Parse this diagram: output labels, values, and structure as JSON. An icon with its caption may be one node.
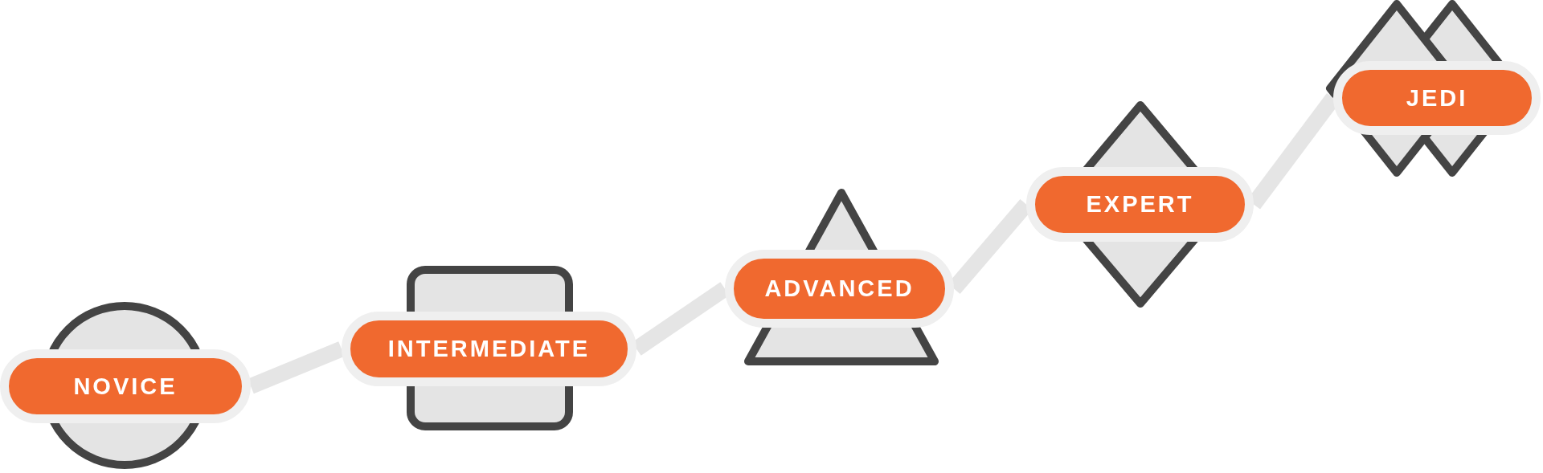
{
  "diagram": {
    "nodes": [
      {
        "text": [
          "NOVICE"
        ]
      },
      {
        "text": [
          "INTERMEDIATE"
        ]
      },
      {
        "text": [
          "ADVANCED"
        ]
      },
      {
        "text": [
          "EXPERT"
        ]
      },
      {
        "text": [
          "JEDI"
        ]
      }
    ],
    "edges": [
      {
        "from": 0,
        "to": 1,
        "arrow": "none"
      },
      {
        "from": 1,
        "to": 2,
        "arrow": "none"
      },
      {
        "from": 2,
        "to": 3,
        "arrow": "none"
      },
      {
        "from": 3,
        "to": 4,
        "arrow": "none"
      }
    ]
  }
}
